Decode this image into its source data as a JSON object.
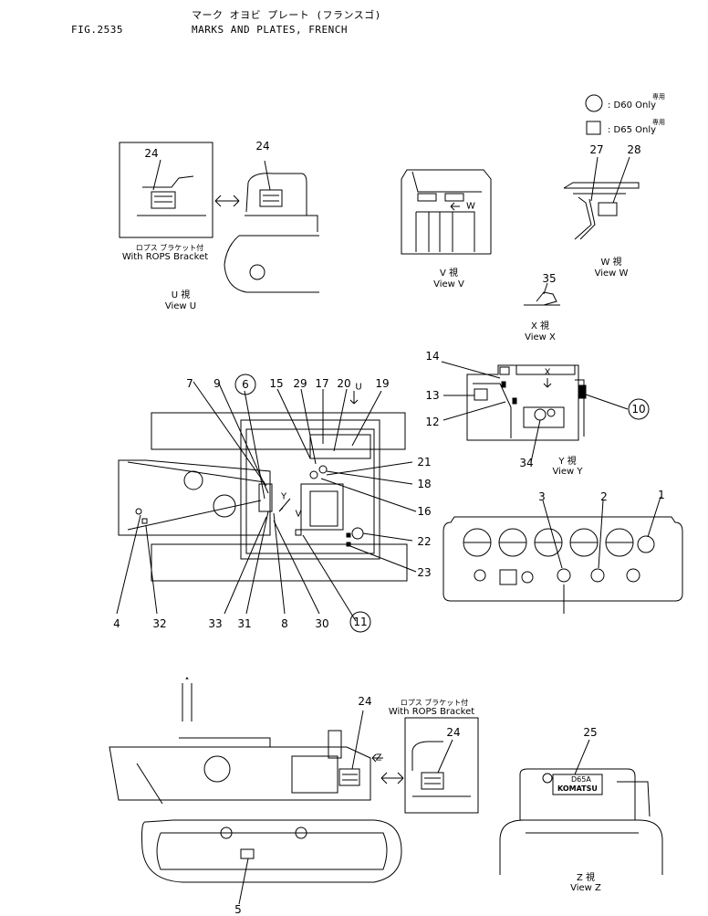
{
  "header": {
    "fig_no": "FIG.2535",
    "title_jp": "マーク オヨビ プレート (フランスゴ)",
    "title_en": "MARKS AND PLATES, FRENCH"
  },
  "legend": {
    "circle": ": D60 Only",
    "circle_jp": "専用",
    "square": ": D65 Only",
    "square_jp": "専用"
  },
  "views": {
    "u_bracket_jp": "ロプス ブラケット付",
    "u_bracket_en": "With ROPS Bracket",
    "u_jp": "U 視",
    "u_en": "View U",
    "v_jp": "V 視",
    "v_en": "View V",
    "w_jp": "W 視",
    "w_en": "View W",
    "x_jp": "X 視",
    "x_en": "View X",
    "y_jp": "Y 視",
    "y_en": "View Y",
    "z_jp": "Z 視",
    "z_en": "View Z",
    "side_bracket_jp": "ロプス ブラケット付",
    "side_bracket_en": "With ROPS Bracket"
  },
  "plates": {
    "d65a": "D65A",
    "komatsu": "KOMATSU"
  },
  "arrows": {
    "u": "U",
    "v": "V",
    "w": "W",
    "x": "X",
    "y": "Y",
    "z": "Z"
  },
  "callouts": {
    "n1": "1",
    "n2": "2",
    "n3": "3",
    "n4": "4",
    "n5": "5",
    "n6": "6",
    "n7": "7",
    "n8": "8",
    "n9": "9",
    "n10": "10",
    "n11": "11",
    "n12": "12",
    "n13": "13",
    "n14": "14",
    "n15": "15",
    "n16": "16",
    "n17": "17",
    "n18": "18",
    "n19": "19",
    "n20": "20",
    "n21": "21",
    "n22": "22",
    "n23": "23",
    "n24a": "24",
    "n24b": "24",
    "n24c": "24",
    "n24d": "24",
    "n25": "25",
    "n27": "27",
    "n28": "28",
    "n29": "29",
    "n30": "30",
    "n31": "31",
    "n32": "32",
    "n33": "33",
    "n34": "34",
    "n35": "35"
  }
}
